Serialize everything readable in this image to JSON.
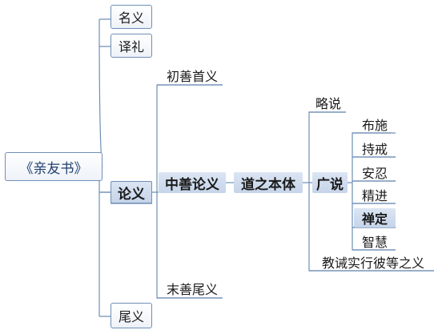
{
  "root": {
    "label": "《亲友书》"
  },
  "level1": {
    "mingyi": "名义",
    "yili": "译礼",
    "lunyi": "论义",
    "weiyi": "尾义"
  },
  "lunyi_branch": {
    "chushan": "初善首义",
    "zhongshan": "中善论义",
    "moshan": "末善尾义"
  },
  "zhongshan_branch": {
    "daozhi": "道之本体"
  },
  "daozhi_branch": {
    "lueshuo": "略说",
    "guangshuo": "广说",
    "jiaojie": "教诫实行彼等之义"
  },
  "guangshuo_branch": {
    "items": [
      "布施",
      "持戒",
      "安忍",
      "精进",
      "禅定",
      "智慧"
    ]
  },
  "colors": {
    "line": "#6f8fb6",
    "box_border": "#6f8fb6",
    "filled": "#c9d6ea"
  }
}
